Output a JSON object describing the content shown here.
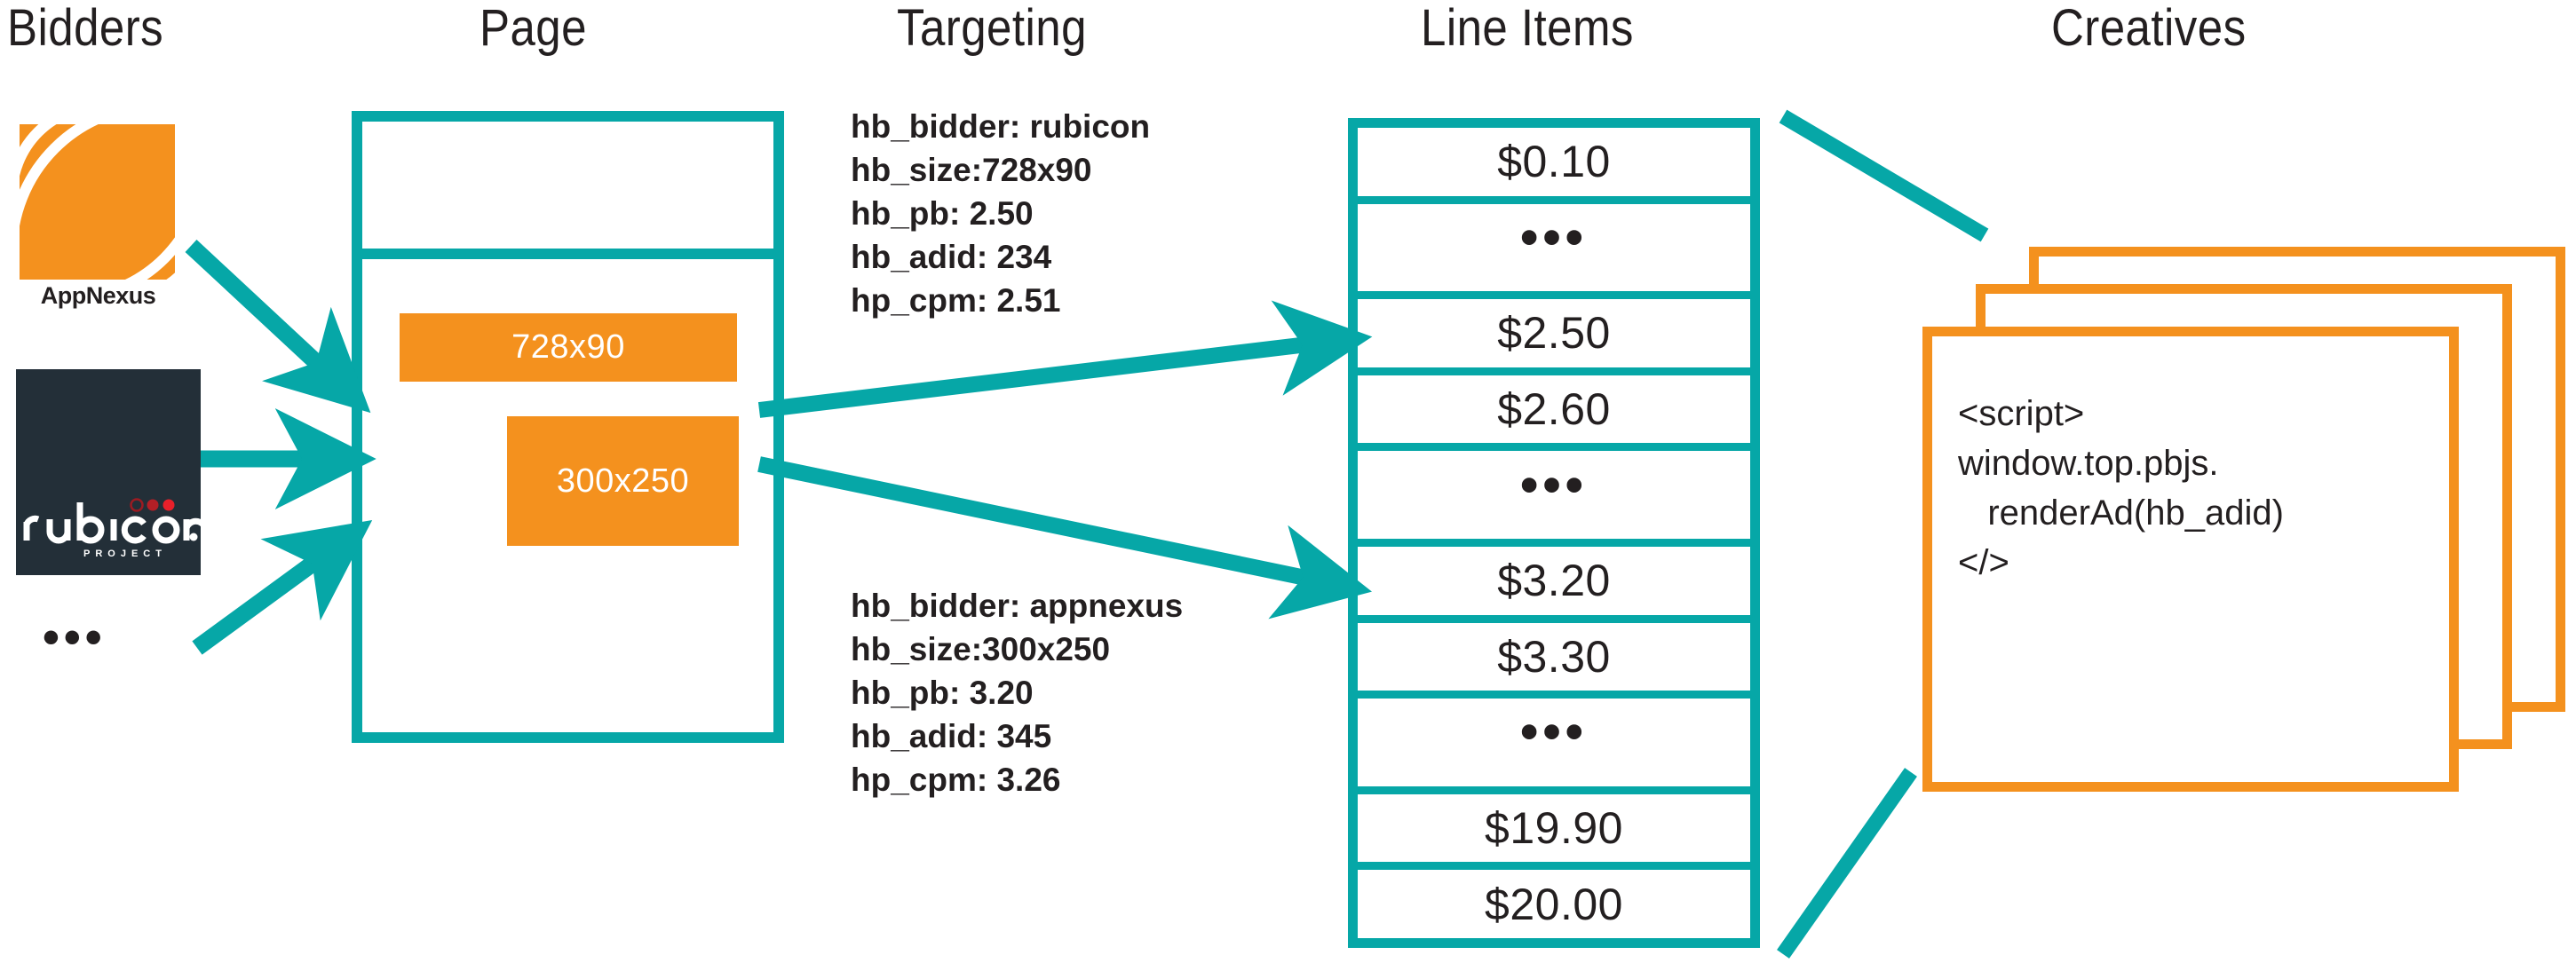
{
  "columns": {
    "bidders": "Bidders",
    "page": "Page",
    "targeting": "Targeting",
    "line_items": "Line Items",
    "creatives": "Creatives"
  },
  "bidders": {
    "items": [
      {
        "name": "AppNexus",
        "label": "AppNexus",
        "logo": "appnexus-logo",
        "style": "orange-square-with-arcs"
      },
      {
        "name": "rubicon project",
        "label": "rubicon",
        "sublabel": "PROJECT",
        "logo": "rubicon-project-logo",
        "style": "dark-square"
      }
    ],
    "more_indicator": "•••"
  },
  "page": {
    "ad_slots": [
      {
        "label": "728x90",
        "size": "728x90"
      },
      {
        "label": "300x250",
        "size": "300x250"
      }
    ]
  },
  "targeting": {
    "blocks": [
      {
        "id": "rubicon-targeting",
        "lines": [
          "hb_bidder: rubicon",
          "hb_size:728x90",
          "hb_pb: 2.50",
          "hb_adid: 234",
          "hp_cpm: 2.51"
        ]
      },
      {
        "id": "appnexus-targeting",
        "lines": [
          "hb_bidder: appnexus",
          "hb_size:300x250",
          "hb_pb: 3.20",
          "hb_adid: 345",
          "hp_cpm: 3.26"
        ]
      }
    ]
  },
  "line_items": {
    "rows": [
      {
        "label": "$0.10",
        "is_ellipsis": false
      },
      {
        "label": "•••",
        "is_ellipsis": true
      },
      {
        "label": "$2.50",
        "is_ellipsis": false
      },
      {
        "label": "$2.60",
        "is_ellipsis": false
      },
      {
        "label": "•••",
        "is_ellipsis": true
      },
      {
        "label": "$3.20",
        "is_ellipsis": false
      },
      {
        "label": "$3.30",
        "is_ellipsis": false
      },
      {
        "label": "•••",
        "is_ellipsis": true
      },
      {
        "label": "$19.90",
        "is_ellipsis": false
      },
      {
        "label": "$20.00",
        "is_ellipsis": false
      }
    ]
  },
  "creatives": {
    "stack_count": 3,
    "code": "<script>\nwindow.top.pbjs.\n   renderAd(hb_adid)\n</>"
  },
  "colors": {
    "teal": "#06a7a7",
    "orange": "#f4911e",
    "ink": "#231f20",
    "rubicon_navy": "#232f38",
    "rubicon_red": "#e8202a",
    "white": "#ffffff"
  }
}
